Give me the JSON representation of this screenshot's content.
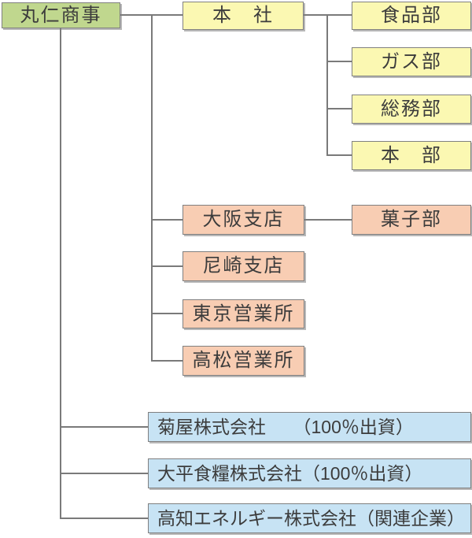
{
  "diagram": {
    "type": "org-chart",
    "root": {
      "label": "丸仁商事"
    },
    "divisions": {
      "honsha": {
        "label": "本　社"
      },
      "shokuhinbu": {
        "label": "食品部"
      },
      "gasubu": {
        "label": "ガス部"
      },
      "somubu": {
        "label": "総務部"
      },
      "honbu": {
        "label": "本　部"
      },
      "osaka": {
        "label": "大阪支店"
      },
      "kashibu": {
        "label": "菓子部"
      },
      "amagasaki": {
        "label": "尼崎支店"
      },
      "tokyo": {
        "label": "東京営業所"
      },
      "takamatsu": {
        "label": "高松営業所"
      }
    },
    "subsidiaries": {
      "kikuya": {
        "label": "菊屋株式会社　　（100％出資）"
      },
      "taihei": {
        "label": "大平食糧株式会社（100％出資）"
      },
      "kochi": {
        "label": "高知エネルギー株式会社（関連企業）"
      }
    },
    "colors": {
      "root_bg": "#c0d78e",
      "division_bg": "#fbf8b2",
      "branch_bg": "#f8cdb3",
      "subsidiary_bg": "#c7e3f4",
      "border": "#808080",
      "line": "#7a7a7a",
      "text": "#3c3c3c"
    }
  }
}
